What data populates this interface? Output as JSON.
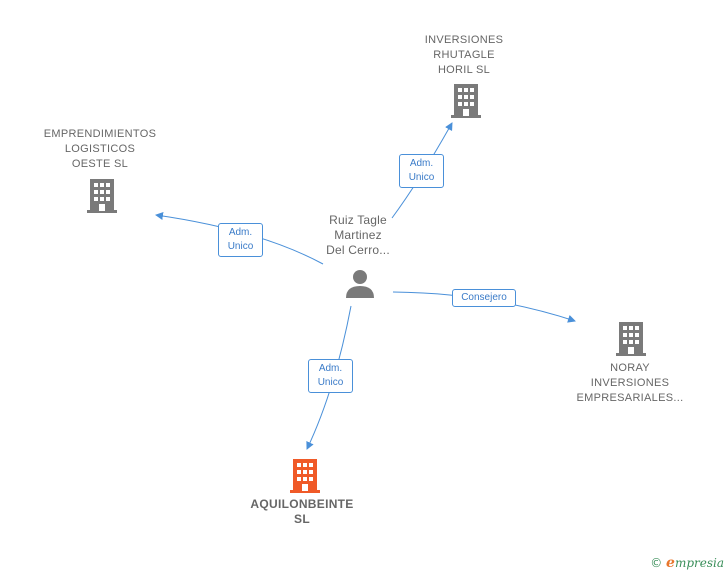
{
  "colors": {
    "edge": "#4a90d9",
    "building": "#7a7a7a",
    "highlight_building": "#f05a28",
    "label": "#666666"
  },
  "person": {
    "label": "Ruiz Tagle\nMartinez\nDel Cerro...",
    "icon": "person-icon"
  },
  "companies": {
    "inversiones": {
      "label": "INVERSIONES\nRHUTAGLE\nHORIL  SL",
      "icon": "building-icon"
    },
    "emprendimientos": {
      "label": "EMPRENDIMIENTOS\nLOGISTICOS\nOESTE  SL",
      "icon": "building-icon"
    },
    "noray": {
      "label": "NORAY\nINVERSIONES\nEMPRESARIALES...",
      "icon": "building-icon"
    },
    "aquilon": {
      "label": "AQUILONBEINTE\nSL",
      "icon": "building-icon",
      "highlight": true
    }
  },
  "edges": {
    "to_inversiones": {
      "label": "Adm.\nUnico"
    },
    "to_emprendimientos": {
      "label": "Adm.\nUnico"
    },
    "to_noray": {
      "label": "Consejero"
    },
    "to_aquilon": {
      "label": "Adm.\nUnico"
    }
  },
  "footer": {
    "copyright_symbol": "©",
    "brand_initial": "e",
    "brand_rest": "mpresia"
  }
}
